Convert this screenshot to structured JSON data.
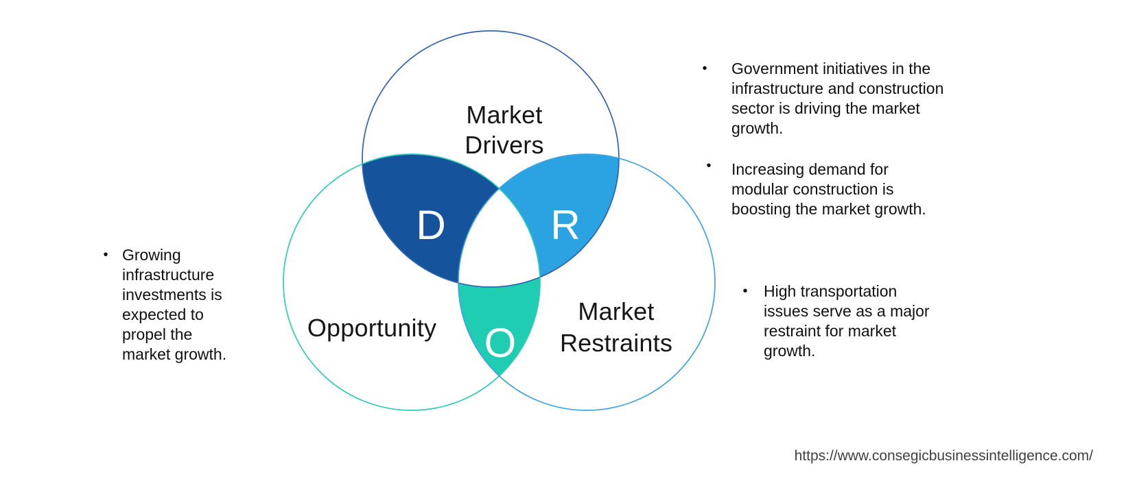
{
  "diagram": {
    "circles": {
      "drivers": {
        "label_line1": "Market",
        "label_line2": "Drivers",
        "letter": "D",
        "fill": "#15539D",
        "outline": "#2F62B0"
      },
      "restraints": {
        "label_line1": "Market",
        "label_line2": "Restraints",
        "letter": "R",
        "fill": "#2BA3E3",
        "outline": "#3FA3DE"
      },
      "opportunity": {
        "label": "Opportunity",
        "letter": "O",
        "fill": "#1FCDB3",
        "outline": "#2BCDB5"
      }
    },
    "overlap_center_color": "#FFFFFF"
  },
  "glyphs": {
    "bullet": "•"
  },
  "notes": {
    "drivers": [
      {
        "lines": [
          "Government initiatives in the",
          "infrastructure and construction",
          "sector is driving the market",
          "growth."
        ]
      },
      {
        "lines": [
          "Increasing demand for",
          "modular construction is",
          "boosting the market growth."
        ]
      }
    ],
    "restraints": [
      {
        "lines": [
          "High transportation",
          "issues serve as a major",
          "restraint for market",
          "growth."
        ]
      }
    ],
    "opportunity": [
      {
        "lines": [
          "Growing",
          "infrastructure",
          "investments is",
          "expected to",
          "propel the",
          "market growth."
        ]
      }
    ]
  },
  "footer": {
    "url": "https://www.consegicbusinessintelligence.com/"
  }
}
